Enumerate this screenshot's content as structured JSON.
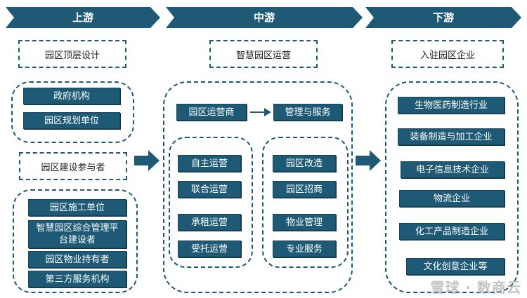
{
  "stages": {
    "upstream": "上游",
    "midstream": "中游",
    "downstream": "下游"
  },
  "upstream": {
    "top_label": "园区顶层设计",
    "group1": [
      "政府机构",
      "园区规划单位"
    ],
    "middle_label": "园区建设参与者",
    "group2": [
      "园区施工单位",
      "智慧园区综合管理平台建设者",
      "园区物业持有者",
      "第三方服务机构"
    ]
  },
  "midstream": {
    "top_label": "智慧园区运营",
    "operator": "园区运营商",
    "service": "管理与服务",
    "ops": [
      "自主运营",
      "联合运营",
      "承租运营",
      "受托运营"
    ],
    "services": [
      "园区改造",
      "园区招商",
      "物业管理",
      "专业服务"
    ]
  },
  "downstream": {
    "top_label": "入驻园区企业",
    "items": [
      "生物医药制造行业",
      "装备制造与加工企业",
      "电子信息技术企业",
      "物流企业",
      "化工产品制造企业",
      "文化创意企业等"
    ]
  },
  "watermark": "雪球 · 数商云",
  "colors": {
    "accent": "#1e5a76",
    "text": "#222222"
  }
}
